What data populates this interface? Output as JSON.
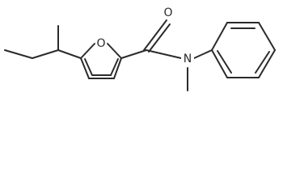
{
  "molecule": {
    "atoms": {
      "ring_oxygen": "O",
      "carbonyl_oxygen": "O",
      "amide_nitrogen": "N"
    }
  }
}
